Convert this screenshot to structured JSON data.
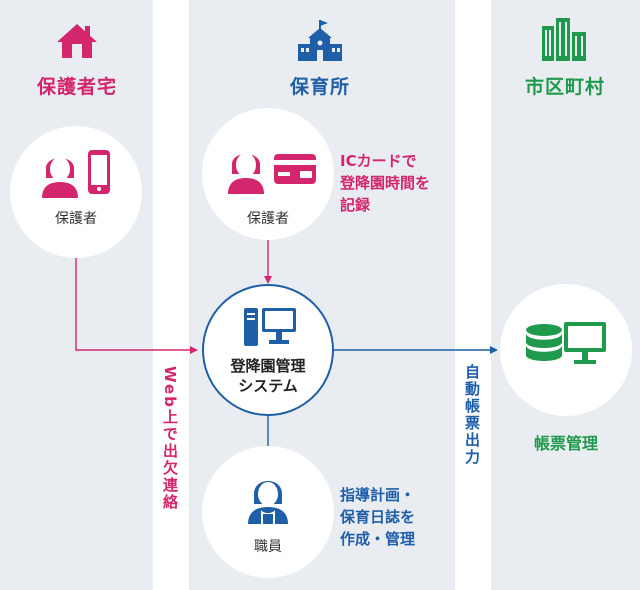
{
  "colors": {
    "pink": "#d4266c",
    "blue": "#1e5fa8",
    "green": "#1f9a4c",
    "background": "#e9edf1",
    "dark": "#2b2b2b"
  },
  "columns": {
    "home": {
      "title": "保護者宅",
      "icon": "house-icon"
    },
    "nursery": {
      "title": "保育所",
      "icon": "school-building-icon"
    },
    "municipality": {
      "title": "市区町村",
      "icon": "city-buildings-icon"
    }
  },
  "nodes": {
    "guardian_home": {
      "label": "保護者",
      "icons": [
        "person-icon",
        "smartphone-icon"
      ]
    },
    "guardian_nursery": {
      "label": "保護者",
      "icons": [
        "person-icon",
        "ic-card-icon"
      ]
    },
    "system": {
      "label_line1": "登降園管理",
      "label_line2": "システム",
      "icon": "computer-icon"
    },
    "staff": {
      "label": "職員",
      "icon": "staff-person-icon"
    },
    "ledger": {
      "label": "帳票管理",
      "icon": "database-monitor-icon"
    }
  },
  "notes": {
    "ic_card": [
      "ICカードで",
      "登降園時間を",
      "記録"
    ],
    "staff_tasks": [
      "指導計画・",
      "保育日誌を",
      "作成・管理"
    ]
  },
  "flows": {
    "web_attendance": "Web上で出欠連絡",
    "auto_output": "自動帳票出力"
  }
}
